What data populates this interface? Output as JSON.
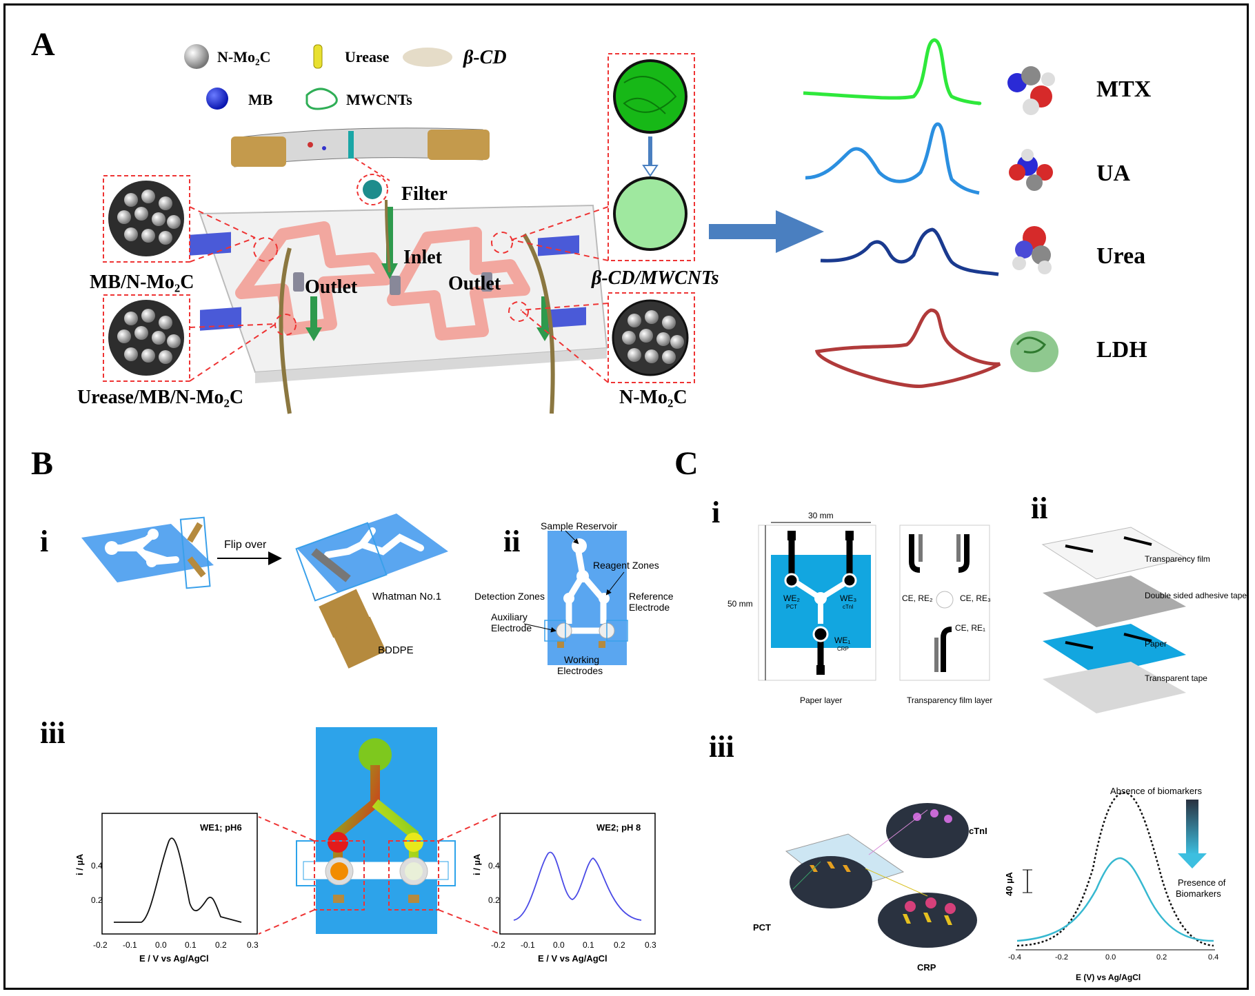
{
  "panel_A": {
    "label": "A",
    "legend": {
      "n_mo2c": "N-Mo₂C",
      "urease": "Urease",
      "beta_cd": "β-CD",
      "mb": "MB",
      "mwcnts": "MWCNTs"
    },
    "labels": {
      "filter": "Filter",
      "inlet": "Inlet",
      "outlet_left": "Outlet",
      "outlet_right": "Outlet",
      "mb_nmo2c": "MB/N-Mo₂C",
      "urease_mb_nmo2c": "Urease/MB/N-Mo₂C",
      "bcd_mwcnts": "β-CD/MWCNTs",
      "nmo2c": "N-Mo₂C"
    },
    "analytes": [
      "MTX",
      "UA",
      "Urea",
      "LDH"
    ],
    "colors": {
      "mtx": "#2ee83b",
      "ua": "#2b8fe0",
      "urea": "#1a3a8f",
      "ldh": "#b03a3a",
      "arrow": "#4a7fc0"
    }
  },
  "panel_B": {
    "label": "B",
    "i": {
      "roman": "i",
      "flip": "Flip over",
      "whatman": "Whatman No.1",
      "bddpe": "BDDPE"
    },
    "ii": {
      "roman": "ii",
      "sample_reservoir": "Sample Reservoir",
      "reagent_zones": "Reagent Zones",
      "detection_zones": "Detection Zones",
      "reference": "Reference\nElectrode",
      "auxiliary": "Auxiliary\nElectrode",
      "working": "Working\nElectrodes"
    },
    "iii": {
      "roman": "iii",
      "left_plot": {
        "title": "WE1; pH6",
        "ylabel": "i / µA",
        "xlabel": "E / V vs Ag/AgCl",
        "xticks": [
          "-0.2",
          "-0.1",
          "0.0",
          "0.1",
          "0.2",
          "0.3"
        ],
        "yticks": [
          "0.2",
          "0.4"
        ]
      },
      "right_plot": {
        "title": "WE2; pH 8",
        "ylabel": "i / µA",
        "xlabel": "E / V vs Ag/AgCl",
        "xticks": [
          "-0.2",
          "-0.1",
          "0.0",
          "0.1",
          "0.2",
          "0.3"
        ],
        "yticks": [
          "0.2",
          "0.4"
        ]
      }
    }
  },
  "panel_C": {
    "label": "C",
    "i": {
      "roman": "i",
      "width": "30 mm",
      "height": "50 mm",
      "we2": "WE₂",
      "pct": "PCT",
      "we3": "WE₃",
      "ctni": "cTnI",
      "we1": "WE₁",
      "crp": "CRP",
      "ce_re2": "CE, RE₂",
      "ce_re3": "CE, RE₃",
      "ce_re1": "CE, RE₁",
      "paper_layer": "Paper layer",
      "film_layer": "Transparency film layer"
    },
    "ii": {
      "roman": "ii",
      "layers": [
        "Transparency film",
        "Double sided adhesive tape",
        "Paper",
        "Transparent tape"
      ]
    },
    "iii": {
      "roman": "iii",
      "ctni": "cTnI",
      "pct": "PCT",
      "crp": "CRP",
      "absence": "Absence of biomarkers",
      "presence": "Presence of\nBiomarkers",
      "scale": "40 µA",
      "xlabel": "E (V) vs Ag/AgCl",
      "xticks": [
        "-0.4",
        "-0.2",
        "0.0",
        "0.2",
        "0.4"
      ]
    }
  }
}
